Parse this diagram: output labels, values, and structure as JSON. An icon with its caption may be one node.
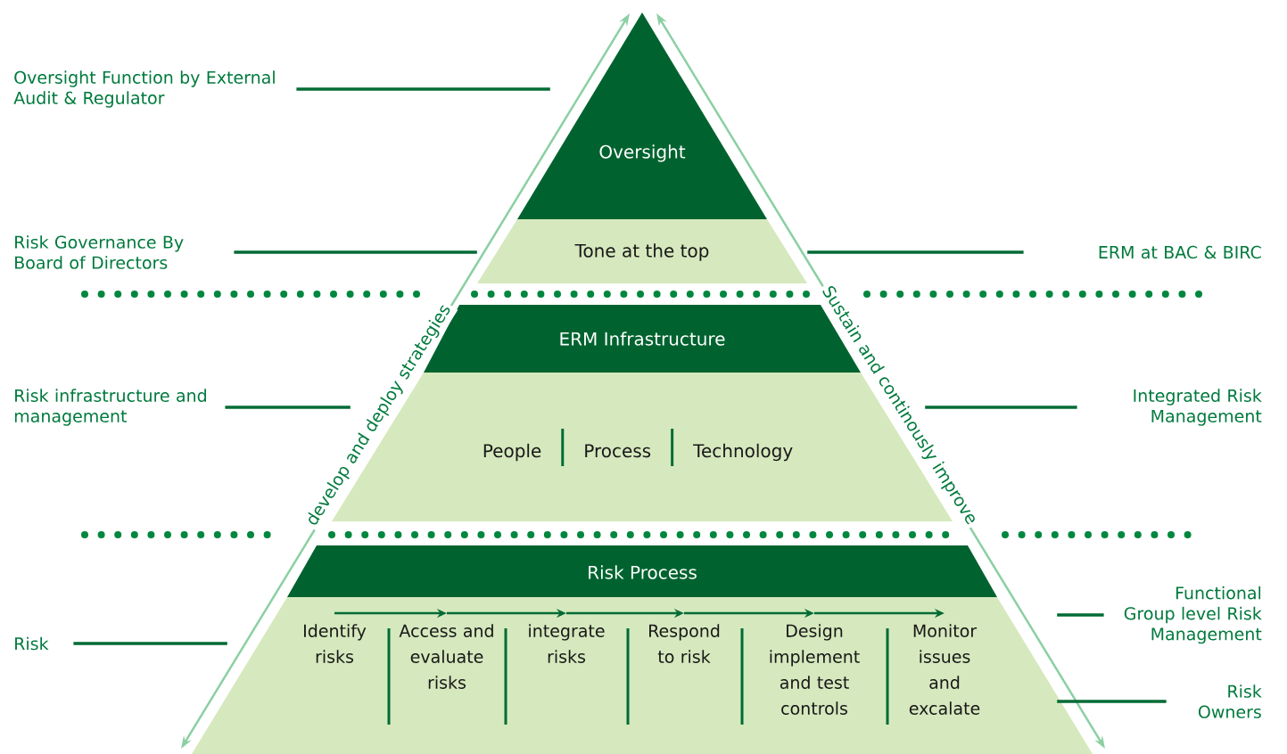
{
  "diagram": {
    "nodes": [
      {
        "text": [
          "Oversight"
        ]
      },
      {
        "text": [
          "Tone at the top"
        ]
      },
      {
        "text": [
          "ERM Infrastructure"
        ]
      },
      {
        "text": [
          "People",
          "Process",
          "Technology"
        ]
      },
      {
        "text": [
          "Risk Process"
        ]
      },
      {
        "text": [],
        "shape": "trapezoid"
      },
      {
        "text": [
          "Identify risks"
        ],
        "in": 5
      },
      {
        "text": [
          "Access and evaluate risks"
        ],
        "in": 5
      },
      {
        "text": [
          "integrate risks"
        ],
        "in": 5
      },
      {
        "text": [
          "Respond to risk"
        ],
        "in": 5
      },
      {
        "text": [
          "Design implement and test controls"
        ],
        "in": 5
      },
      {
        "text": [
          "Monitor issues and excalate"
        ],
        "in": 5
      },
      {
        "text": [
          "Oversight Function by External Audit & Regulator"
        ]
      },
      {
        "text": [
          "Risk Governance By Board of Directors"
        ]
      },
      {
        "text": [
          "ERM at BAC & BIRC"
        ]
      },
      {
        "text": [
          "Risk infrastructure and management"
        ]
      },
      {
        "text": [
          "Integrated Risk Management"
        ]
      },
      {
        "text": [
          "Risk"
        ]
      },
      {
        "text": [
          "Functional Group level Risk Management"
        ]
      },
      {
        "text": [
          "Risk Owners"
        ]
      }
    ],
    "edges": [
      {
        "from": 6,
        "to": 7,
        "arrow": "to"
      },
      {
        "from": 7,
        "to": 8,
        "arrow": "to"
      },
      {
        "from": 8,
        "to": 9,
        "arrow": "to"
      },
      {
        "from": 9,
        "to": 10,
        "arrow": "to"
      },
      {
        "from": 10,
        "to": 11,
        "arrow": "to"
      },
      {
        "from": 12,
        "to": 0,
        "arrow": "none"
      },
      {
        "from": 13,
        "to": 1,
        "arrow": "none"
      },
      {
        "from": 14,
        "to": 1,
        "arrow": "none"
      },
      {
        "from": 15,
        "to": 3,
        "arrow": "none"
      },
      {
        "from": 16,
        "to": 3,
        "arrow": "none"
      },
      {
        "from": 17,
        "to": 5,
        "arrow": "none"
      },
      {
        "from": 18,
        "to": 5,
        "arrow": "none"
      },
      {
        "from": 19,
        "to": 5,
        "arrow": "none"
      }
    ],
    "labels": [
      "develop and deploy strategies",
      "Sustain and continously improve"
    ]
  }
}
